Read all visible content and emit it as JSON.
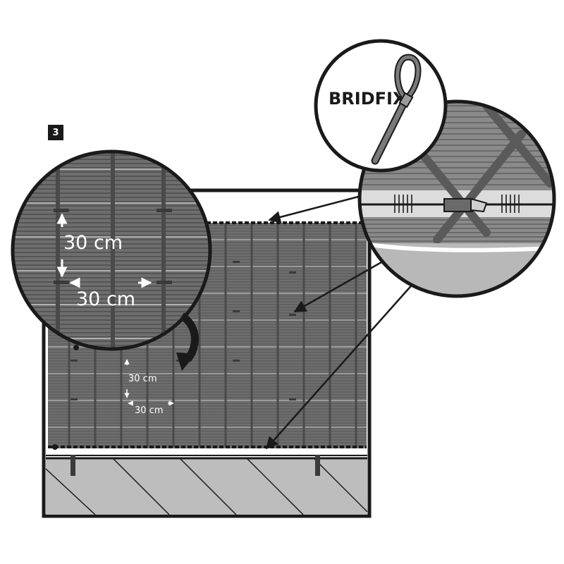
{
  "step": {
    "number": "3"
  },
  "product": {
    "label": "BRIDFIX"
  },
  "dimensions": {
    "zoom_vertical": "30 cm",
    "zoom_horizontal": "30 cm",
    "panel_vertical": "30 cm",
    "panel_horizontal": "30 cm"
  },
  "colors": {
    "outline": "#1a1a1a",
    "mesh": "#6e6e6e",
    "mesh_dark": "#555555",
    "ground": "#bdbdbd",
    "highlight": "#ffffff"
  },
  "icons": [
    "cable-tie-icon",
    "curved-arrow-icon",
    "callout-arrow-icon",
    "dimension-arrow-icon"
  ]
}
